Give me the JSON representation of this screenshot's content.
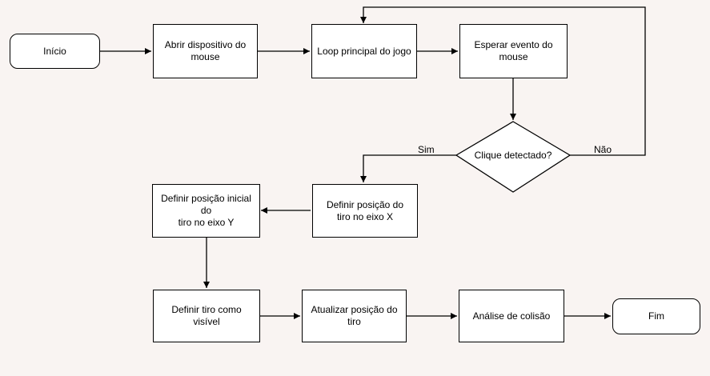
{
  "nodes": {
    "inicio": "Início",
    "abrir": "Abrir dispositivo do\nmouse",
    "loop": "Loop principal do jogo",
    "esperar": "Esperar evento do\nmouse",
    "clique": "Clique detectado?",
    "definir_x": "Definir posição do\ntiro no eixo X",
    "definir_y": "Definir posição inicial\ndo\ntiro no eixo Y",
    "visivel": "Definir tiro como\nvisível",
    "atualizar": "Atualizar posição do\ntiro",
    "analise": "Análise de colisão",
    "fim": "Fim"
  },
  "edge_labels": {
    "sim": "Sim",
    "nao": "Não"
  }
}
